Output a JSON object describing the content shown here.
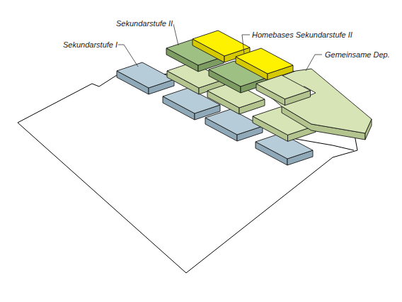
{
  "diagram": {
    "labels": [
      "Sekundarstufe II",
      "Homebases Sekundarstufe II",
      "Sekundarstufe I",
      "Gemeinsame Dep."
    ]
  }
}
